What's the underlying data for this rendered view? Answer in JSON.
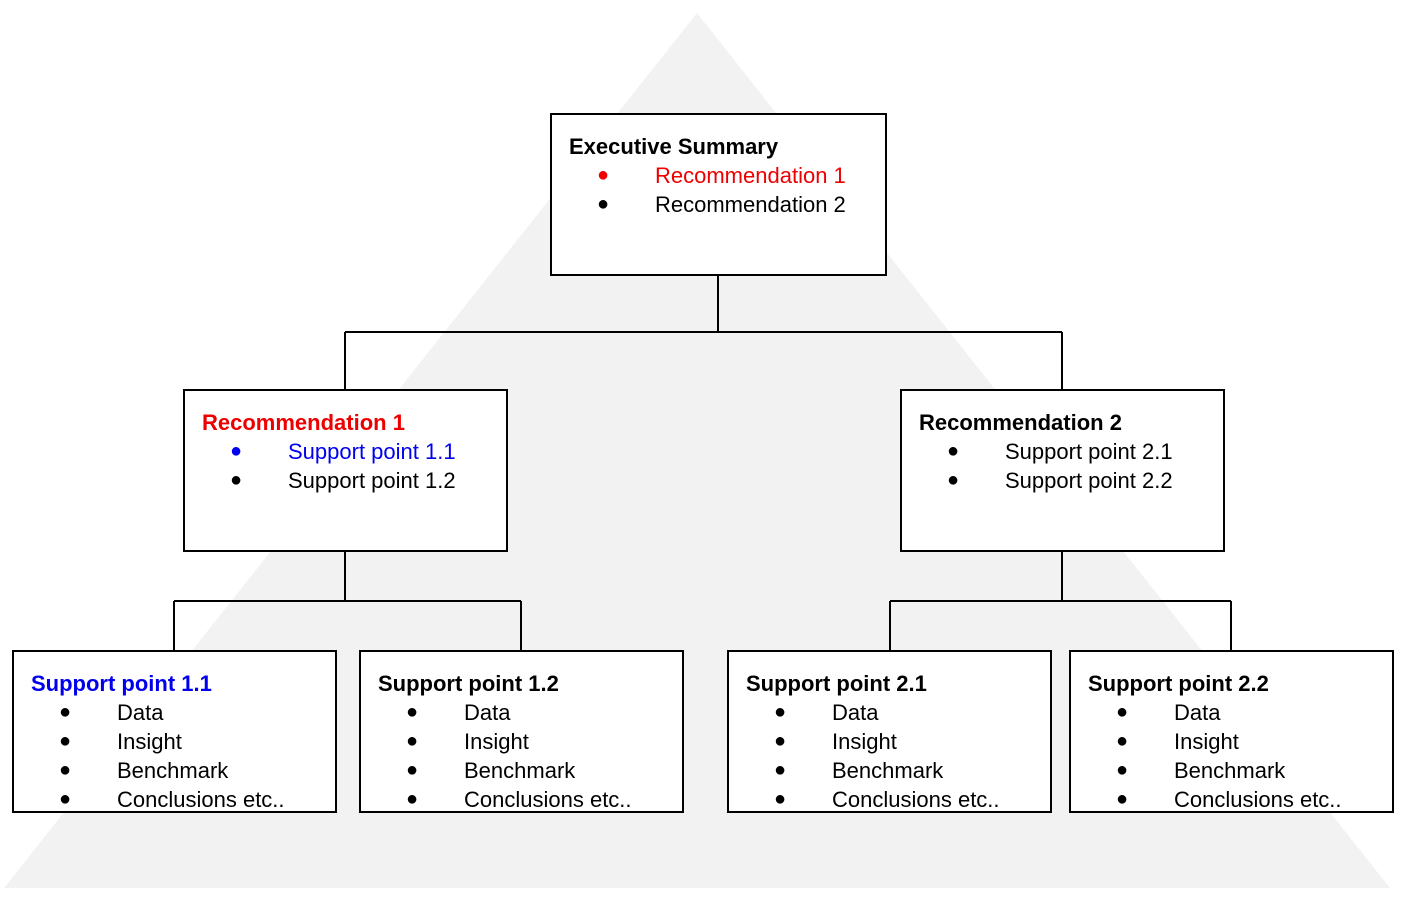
{
  "colors": {
    "background_triangle": "#f2f2f2",
    "connector": "#000000",
    "box_border": "#000000",
    "highlight_red": "#ee0000",
    "highlight_blue": "#0000ee",
    "default_text": "#000000"
  },
  "bullet_glyph": "●",
  "executive_summary": {
    "title": "Executive Summary",
    "title_color": "#000000",
    "items": [
      {
        "label": "Recommendation 1",
        "color": "#ee0000"
      },
      {
        "label": "Recommendation 2",
        "color": "#000000"
      }
    ]
  },
  "recommendation_1": {
    "title": "Recommendation 1",
    "title_color": "#ee0000",
    "items": [
      {
        "label": "Support point 1.1",
        "color": "#0000ee"
      },
      {
        "label": "Support point 1.2",
        "color": "#000000"
      }
    ]
  },
  "recommendation_2": {
    "title": "Recommendation 2",
    "title_color": "#000000",
    "items": [
      {
        "label": "Support point 2.1",
        "color": "#000000"
      },
      {
        "label": "Support point 2.2",
        "color": "#000000"
      }
    ]
  },
  "support_point_1_1": {
    "title": "Support point 1.1",
    "title_color": "#0000ee",
    "items": [
      {
        "label": "Data",
        "color": "#000000"
      },
      {
        "label": "Insight",
        "color": "#000000"
      },
      {
        "label": "Benchmark",
        "color": "#000000"
      },
      {
        "label": "Conclusions etc..",
        "color": "#000000"
      }
    ]
  },
  "support_point_1_2": {
    "title": "Support point 1.2",
    "title_color": "#000000",
    "items": [
      {
        "label": "Data",
        "color": "#000000"
      },
      {
        "label": "Insight",
        "color": "#000000"
      },
      {
        "label": "Benchmark",
        "color": "#000000"
      },
      {
        "label": "Conclusions etc..",
        "color": "#000000"
      }
    ]
  },
  "support_point_2_1": {
    "title": "Support point 2.1",
    "title_color": "#000000",
    "items": [
      {
        "label": "Data",
        "color": "#000000"
      },
      {
        "label": "Insight",
        "color": "#000000"
      },
      {
        "label": "Benchmark",
        "color": "#000000"
      },
      {
        "label": "Conclusions etc..",
        "color": "#000000"
      }
    ]
  },
  "support_point_2_2": {
    "title": "Support point 2.2",
    "title_color": "#000000",
    "items": [
      {
        "label": "Data",
        "color": "#000000"
      },
      {
        "label": "Insight",
        "color": "#000000"
      },
      {
        "label": "Benchmark",
        "color": "#000000"
      },
      {
        "label": "Conclusions etc..",
        "color": "#000000"
      }
    ]
  }
}
